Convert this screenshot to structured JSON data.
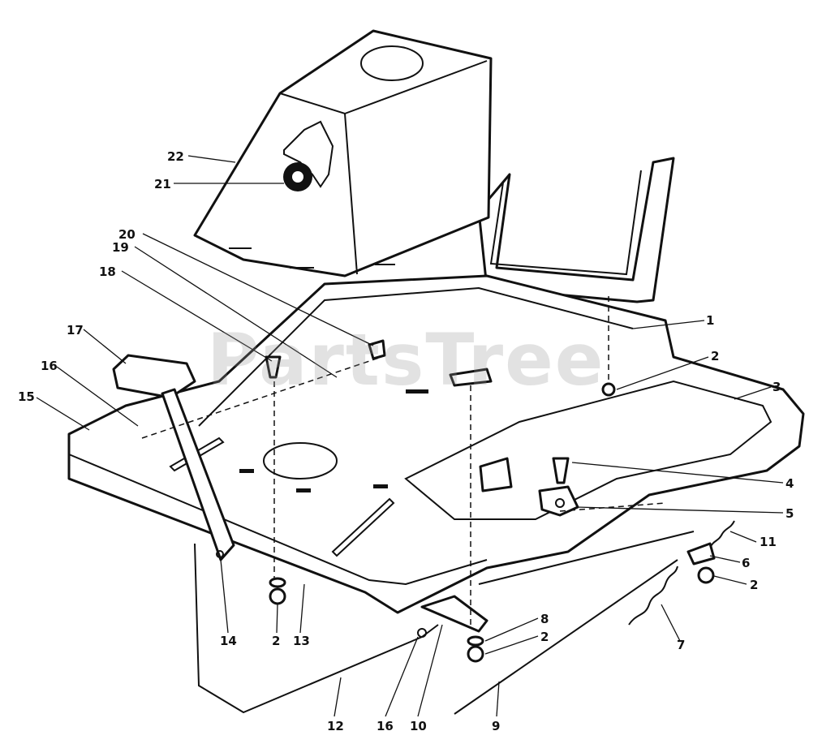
{
  "watermark": "PartsTree",
  "callouts": [
    {
      "id": "22",
      "label": "22"
    },
    {
      "id": "21",
      "label": "21"
    },
    {
      "id": "20",
      "label": "20"
    },
    {
      "id": "19",
      "label": "19"
    },
    {
      "id": "18",
      "label": "18"
    },
    {
      "id": "17",
      "label": "17"
    },
    {
      "id": "16a",
      "label": "16"
    },
    {
      "id": "15",
      "label": "15"
    },
    {
      "id": "1",
      "label": "1"
    },
    {
      "id": "2a",
      "label": "2"
    },
    {
      "id": "3",
      "label": "3"
    },
    {
      "id": "4",
      "label": "4"
    },
    {
      "id": "5",
      "label": "5"
    },
    {
      "id": "11",
      "label": "11"
    },
    {
      "id": "6",
      "label": "6"
    },
    {
      "id": "2b",
      "label": "2"
    },
    {
      "id": "7",
      "label": "7"
    },
    {
      "id": "8",
      "label": "8"
    },
    {
      "id": "2c",
      "label": "2"
    },
    {
      "id": "14",
      "label": "14"
    },
    {
      "id": "2d",
      "label": "2"
    },
    {
      "id": "13",
      "label": "13"
    },
    {
      "id": "12",
      "label": "12"
    },
    {
      "id": "16b",
      "label": "16"
    },
    {
      "id": "10",
      "label": "10"
    },
    {
      "id": "9",
      "label": "9"
    }
  ]
}
